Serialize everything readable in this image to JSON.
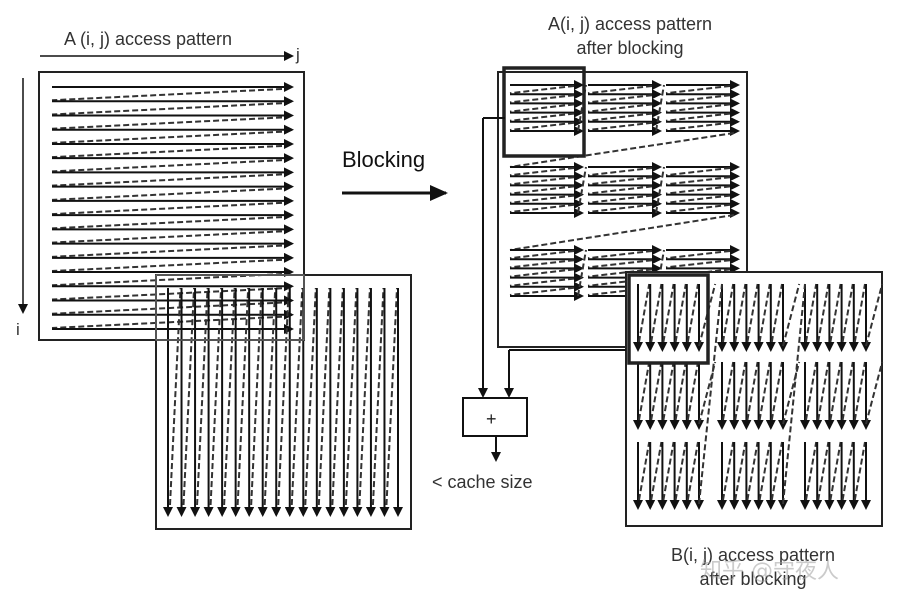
{
  "labels": {
    "a_title": "A (i, j) access pattern",
    "j_axis": "j",
    "i_axis": "i",
    "blocking": "Blocking",
    "a_blocked_title_line1": "A(i, j) access pattern",
    "a_blocked_title_line2": "after blocking",
    "b_blocked_title_line1": "B(i, j) access pattern",
    "b_blocked_title_line2": "after blocking",
    "adder_symbol": "+",
    "cache_note": "< cache size",
    "watermark": "知乎 @守夜人"
  },
  "diagram": {
    "a_matrix": {
      "rows": 18,
      "direction": "row-major"
    },
    "b_matrix": {
      "cols": 18,
      "direction": "column-major"
    },
    "a_blocked": {
      "block_grid": [
        3,
        3
      ],
      "rows_per_block": 6,
      "highlighted_block": [
        0,
        0
      ]
    },
    "b_blocked": {
      "block_grid": [
        3,
        3
      ],
      "cols_per_block": 6,
      "highlighted_block": [
        0,
        0
      ]
    },
    "colors": {
      "line": "#111111",
      "dash": "#333333",
      "box": "#222222",
      "gray": "#888888"
    }
  }
}
